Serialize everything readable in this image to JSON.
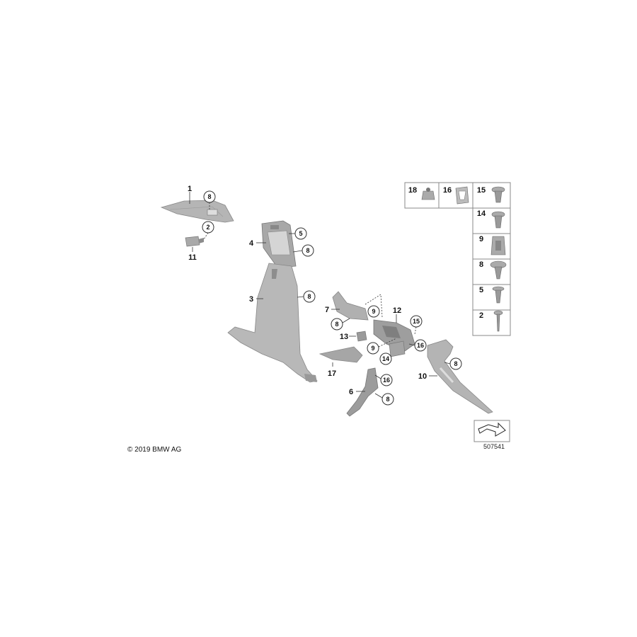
{
  "labels": {
    "l1": "1",
    "l2": "2",
    "l3": "3",
    "l4": "4",
    "l5": "5",
    "l6": "6",
    "l7": "7",
    "l8": "8",
    "l9": "9",
    "l10": "10",
    "l11": "11",
    "l12": "12",
    "l13": "13",
    "l14": "14",
    "l15": "15",
    "l16": "16",
    "l17": "17"
  },
  "legend": {
    "row1": [
      "18",
      "16",
      "15"
    ],
    "column": [
      "14",
      "9",
      "8",
      "5",
      "2"
    ]
  },
  "copyright": "© 2019 BMW AG",
  "figure_number": "507541",
  "colors": {
    "part_fill": "#b3b3b3",
    "part_dark": "#8c8c8c",
    "line": "#333333"
  }
}
